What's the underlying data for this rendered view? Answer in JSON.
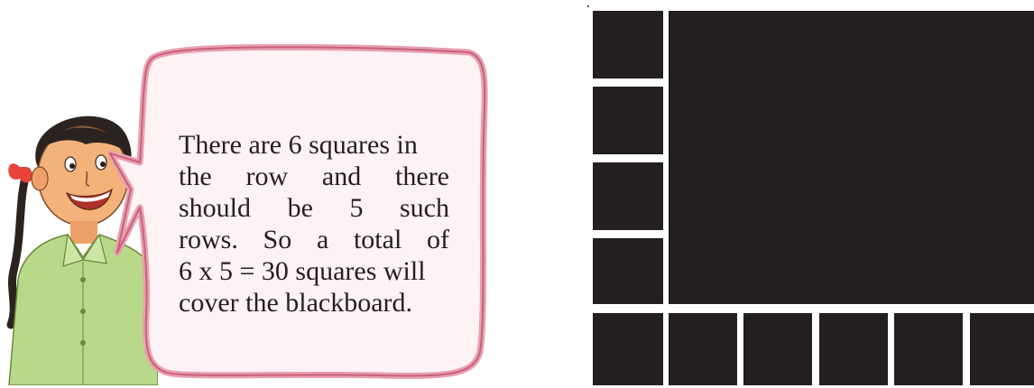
{
  "speech": {
    "lines": [
      "There are 6 squares in",
      "the row and there",
      "should be 5 such",
      "rows. So a total of",
      "6 x 5 = 30 squares will",
      "cover the blackboard."
    ]
  },
  "blackboard": {
    "squares_in_row": 6,
    "rows": 5
  },
  "colors": {
    "board": "#231f20",
    "bubble_border": "#e8a0b0",
    "bubble_fill": "#fdf2f4",
    "shirt": "#b8d88a",
    "skin": "#f2b27a"
  }
}
